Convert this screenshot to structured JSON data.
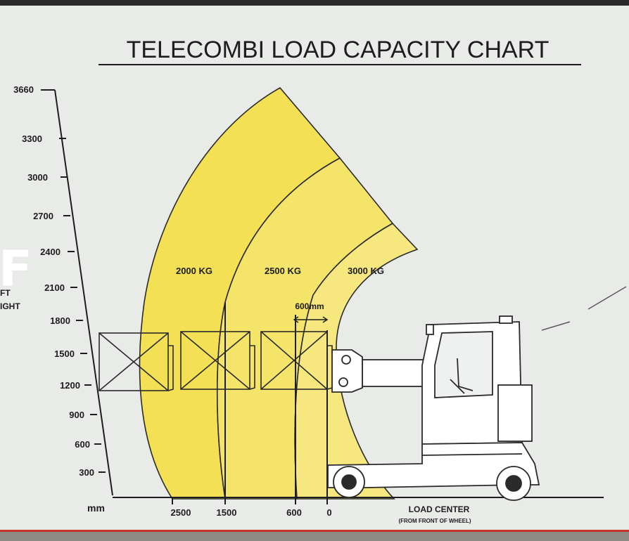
{
  "title": "TELECOMBI LOAD CAPACITY CHART",
  "y_axis": {
    "unit": "mm",
    "ticks": [
      "3660",
      "3300",
      "3000",
      "2700",
      "2400",
      "2100",
      "1800",
      "1500",
      "1200",
      "900",
      "600",
      "300"
    ],
    "label_fragments": [
      "FT",
      "IGHT"
    ]
  },
  "x_axis": {
    "ticks": [
      "2500",
      "1500",
      "600",
      "0"
    ],
    "title": "LOAD CENTER",
    "subtitle": "(FROM FRONT OF WHEEL)"
  },
  "zones": [
    {
      "label": "2000 KG",
      "color": "#f3e055"
    },
    {
      "label": "2500 KG",
      "color": "#f5e46a"
    },
    {
      "label": "3000 KG",
      "color": "#f6e77e"
    }
  ],
  "dimension_label": "600mm",
  "overlay_glyph": "F",
  "colors": {
    "background": "#e9ebe8",
    "ink": "#1d1d1d",
    "zone_border": "#2a2a2a"
  }
}
